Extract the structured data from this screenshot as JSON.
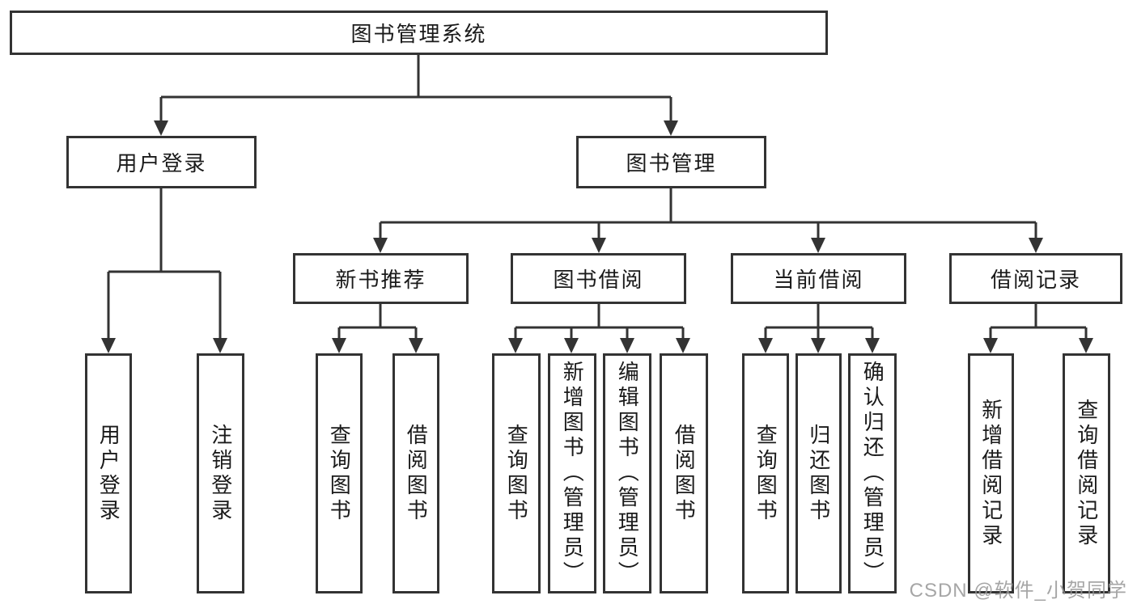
{
  "root": {
    "label": "图书管理系统"
  },
  "user_login": {
    "label": "用户登录",
    "children": [
      {
        "label": "用户登录"
      },
      {
        "label": "注销登录"
      }
    ]
  },
  "book_mgmt": {
    "label": "图书管理",
    "sections": [
      {
        "label": "新书推荐",
        "children": [
          {
            "label": "查询图书"
          },
          {
            "label": "借阅图书"
          }
        ]
      },
      {
        "label": "图书借阅",
        "children": [
          {
            "label": "查询图书"
          },
          {
            "label": "新增图书（管理员）"
          },
          {
            "label": "编辑图书（管理员）"
          },
          {
            "label": "借阅图书"
          }
        ]
      },
      {
        "label": "当前借阅",
        "children": [
          {
            "label": "查询图书"
          },
          {
            "label": "归还图书"
          },
          {
            "label": "确认归还（管理员）"
          }
        ]
      },
      {
        "label": "借阅记录",
        "children": [
          {
            "label": "新增借阅记录"
          },
          {
            "label": "查询借阅记录"
          }
        ]
      }
    ]
  },
  "watermark": {
    "text": "CSDN @软件_小贺同学"
  },
  "colors": {
    "line": "#333333",
    "box_border": "#333333",
    "text": "#1a1a1a",
    "watermark": "#969696",
    "background": "#ffffff"
  }
}
